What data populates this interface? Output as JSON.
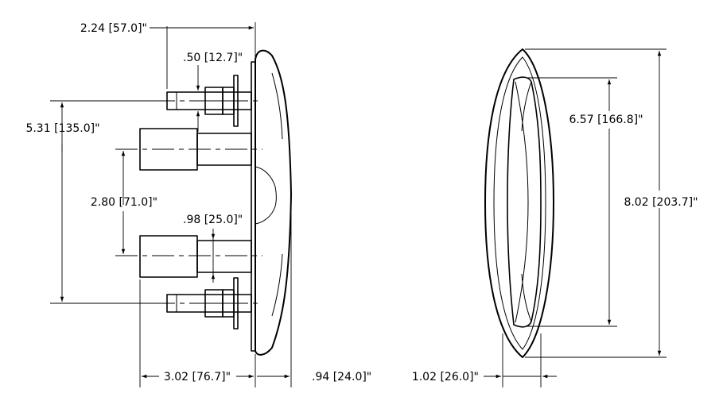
{
  "side_view": {
    "dim_overall_depth": "2.24 [57.0]\"",
    "dim_stud_dia": ".50 [12.7]\"",
    "dim_stud_spacing": "5.31 [135.0]\"",
    "dim_post_spacing": "2.80 [71.0]\"",
    "dim_post_dia": ".98 [25.0]\"",
    "dim_post_length": "3.02 [76.7]\"",
    "dim_body_depth": ".94 [24.0]\""
  },
  "front_view": {
    "dim_opening_length": "6.57 [166.8]\"",
    "dim_overall_length": "8.02 [203.7]\"",
    "dim_width": "1.02 [26.0]\""
  }
}
